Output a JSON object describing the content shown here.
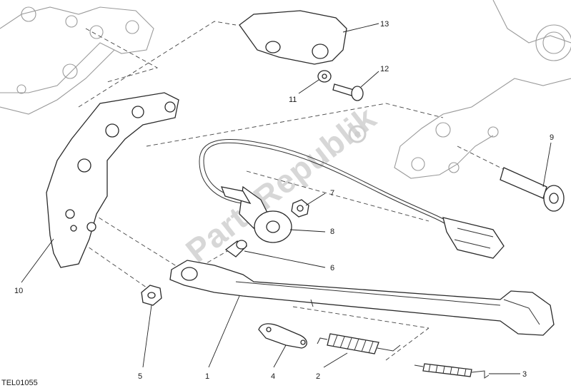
{
  "diagram": {
    "reference_code": "TEL01055",
    "watermark": "PartsRepublik",
    "callouts": [
      {
        "id": "c1",
        "label": "1"
      },
      {
        "id": "c2",
        "label": "2"
      },
      {
        "id": "c3",
        "label": "3"
      },
      {
        "id": "c4",
        "label": "4"
      },
      {
        "id": "c5",
        "label": "5"
      },
      {
        "id": "c6",
        "label": "6"
      },
      {
        "id": "c7",
        "label": "7"
      },
      {
        "id": "c8",
        "label": "8"
      },
      {
        "id": "c9",
        "label": "9"
      },
      {
        "id": "c10",
        "label": "10"
      },
      {
        "id": "c11",
        "label": "11"
      },
      {
        "id": "c12",
        "label": "12"
      },
      {
        "id": "c13",
        "label": "13"
      }
    ]
  }
}
